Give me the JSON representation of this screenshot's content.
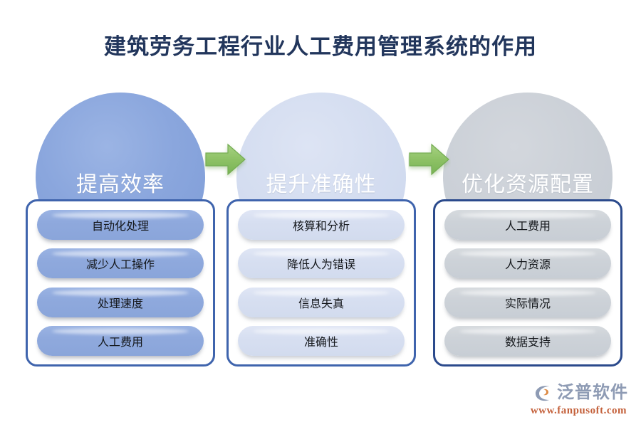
{
  "page": {
    "title": "建筑劳务工程行业人工费用管理系统的作用",
    "background_color": "#ffffff",
    "title_color": "#22365c"
  },
  "columns": [
    {
      "id": "efficiency",
      "heading": "提高效率",
      "circle_color": "#8aa6dd",
      "box_border_color": "#3f64ad",
      "pill_color": "#8fa9dd",
      "items": [
        "自动化处理",
        "减少人工操作",
        "处理速度",
        "人工费用"
      ]
    },
    {
      "id": "accuracy",
      "heading": "提升准确性",
      "circle_color": "#d4ddf0",
      "box_border_color": "#3f64ad",
      "pill_color": "#d7dff1",
      "items": [
        "核算和分析",
        "降低人为错误",
        "信息失真",
        "准确性"
      ]
    },
    {
      "id": "resource-allocation",
      "heading": "优化资源配置",
      "circle_color": "#cbd0d7",
      "box_border_color": "#2b4a8c",
      "pill_color": "#cdd2d8",
      "items": [
        "人工费用",
        "人力资源",
        "实际情况",
        "数据支持"
      ]
    }
  ],
  "arrows": [
    {
      "icon": "right-arrow-icon",
      "color": "#8cc167"
    },
    {
      "icon": "right-arrow-icon",
      "color": "#8cc167"
    }
  ],
  "watermark": {
    "icon": "fanpu-logo-icon",
    "text": "泛普软件"
  },
  "brand": {
    "icon": "fanpu-logo-icon",
    "name": "泛普软件",
    "url": "www.fanpusoft.com",
    "name_color": "#8e9bb4",
    "url_color": "#c4603a"
  }
}
